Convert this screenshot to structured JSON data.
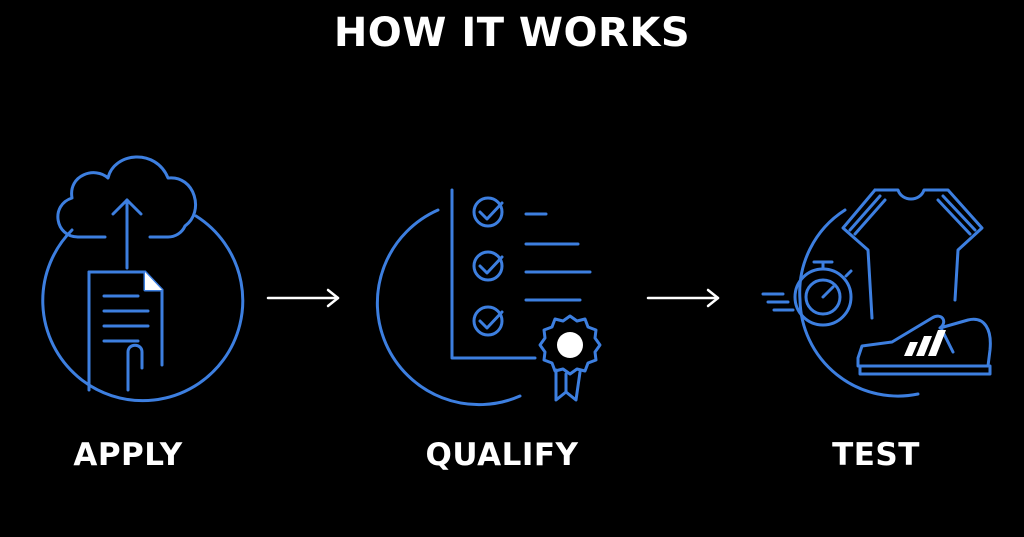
{
  "title": "HOW IT WORKS",
  "steps": [
    {
      "label": "APPLY",
      "icon": "cloud-upload-document-icon"
    },
    {
      "label": "QUALIFY",
      "icon": "checklist-certificate-icon"
    },
    {
      "label": "TEST",
      "icon": "stopwatch-shirt-shoe-icon"
    }
  ],
  "colors": {
    "background": "#000000",
    "accent": "#3d7fe0",
    "text": "#ffffff"
  }
}
